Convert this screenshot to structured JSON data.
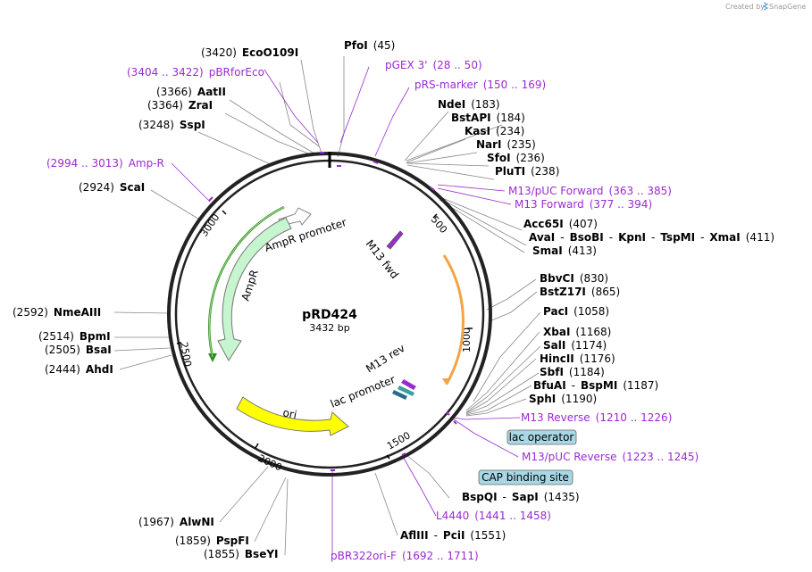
{
  "credit": "Created by",
  "brand": "SnapGene",
  "plasmid": {
    "name": "pRD424",
    "length": "3432 bp"
  },
  "ticks": [
    "500",
    "1000",
    "1500",
    "2000",
    "2500",
    "3000"
  ],
  "colors": {
    "primer": "#9a2bd1",
    "ampr": "#c7f5cf",
    "ori": "#ffff00",
    "orange": "#f2a444",
    "cap_box": "#a8d8e6"
  },
  "enzymes": [
    {
      "id": "ecoo109i",
      "pos": "(3420)",
      "name": "EcoO109I"
    },
    {
      "id": "pfoi",
      "name": "PfoI",
      "pos": "(45)"
    },
    {
      "id": "aatii",
      "pos": "(3366)",
      "name": "AatII"
    },
    {
      "id": "zrai",
      "pos": "(3364)",
      "name": "ZraI"
    },
    {
      "id": "sspi",
      "pos": "(3248)",
      "name": "SspI"
    },
    {
      "id": "ndei",
      "name": "NdeI",
      "pos": "(183)"
    },
    {
      "id": "bstapi",
      "name": "BstAPI",
      "pos": "(184)"
    },
    {
      "id": "kasi",
      "name": "KasI",
      "pos": "(234)"
    },
    {
      "id": "nari",
      "name": "NarI",
      "pos": "(235)"
    },
    {
      "id": "sfoi",
      "name": "SfoI",
      "pos": "(236)"
    },
    {
      "id": "pluti",
      "name": "PluTI",
      "pos": "(238)"
    },
    {
      "id": "scai",
      "pos": "(2924)",
      "name": "ScaI"
    },
    {
      "id": "acc65i",
      "name": "Acc65I",
      "pos": "(407)"
    },
    {
      "id": "smai",
      "name": "SmaI",
      "pos": "(413)"
    },
    {
      "id": "bbvci",
      "name": "BbvCI",
      "pos": "(830)"
    },
    {
      "id": "bstz17i",
      "name": "BstZ17I",
      "pos": "(865)"
    },
    {
      "id": "paci",
      "name": "PacI",
      "pos": "(1058)"
    },
    {
      "id": "nmeaiii",
      "pos": "(2592)",
      "name": "NmeAIII"
    },
    {
      "id": "bpmi",
      "pos": "(2514)",
      "name": "BpmI"
    },
    {
      "id": "bsai",
      "pos": "(2505)",
      "name": "BsaI"
    },
    {
      "id": "ahdi",
      "pos": "(2444)",
      "name": "AhdI"
    },
    {
      "id": "xbai",
      "name": "XbaI",
      "pos": "(1168)"
    },
    {
      "id": "sali",
      "name": "SalI",
      "pos": "(1174)"
    },
    {
      "id": "hincii",
      "name": "HincII",
      "pos": "(1176)"
    },
    {
      "id": "sbfi",
      "name": "SbfI",
      "pos": "(1184)"
    },
    {
      "id": "sphi",
      "name": "SphI",
      "pos": "(1190)"
    },
    {
      "id": "alwni",
      "pos": "(1967)",
      "name": "AlwNI"
    },
    {
      "id": "pspfi",
      "pos": "(1859)",
      "name": "PspFI"
    },
    {
      "id": "bseyi",
      "pos": "(1855)",
      "name": "BseYI"
    }
  ],
  "enzyme_groups": {
    "ava": {
      "names": [
        "AvaI",
        "BsoBI",
        "KpnI",
        "TspMI",
        "XmaI"
      ],
      "sep": "-",
      "pos": "(411)"
    },
    "bfu": {
      "names": [
        "BfuAI",
        "BspMI"
      ],
      "sep": "-",
      "pos": "(1187)"
    },
    "bspq": {
      "names": [
        "BspQI",
        "SapI"
      ],
      "sep": "-",
      "pos": "(1435)"
    },
    "afl": {
      "names": [
        "AflIII",
        "PciI"
      ],
      "sep": "-",
      "pos": "(1551)"
    }
  },
  "primers": [
    {
      "id": "pbrforeco",
      "pos": "(3404 .. 3422)",
      "name": "pBRforEco"
    },
    {
      "id": "pgex3",
      "name": "pGEX 3'",
      "pos": "(28 .. 50)"
    },
    {
      "id": "prsmarker",
      "name": "pRS-marker",
      "pos": "(150 .. 169)"
    },
    {
      "id": "ampr",
      "pos": "(2994 .. 3013)",
      "name": "Amp-R"
    },
    {
      "id": "m13pucfwd",
      "name": "M13/pUC Forward",
      "pos": "(363 .. 385)"
    },
    {
      "id": "m13fwd",
      "name": "M13 Forward",
      "pos": "(377 .. 394)"
    },
    {
      "id": "m13rev",
      "name": "M13 Reverse",
      "pos": "(1210 .. 1226)"
    },
    {
      "id": "m13pucrev",
      "name": "M13/pUC Reverse",
      "pos": "(1223 .. 1245)"
    },
    {
      "id": "l4440",
      "name": "L4440",
      "pos": "(1441 .. 1458)"
    },
    {
      "id": "pbr322orif",
      "name": "pBR322ori-F",
      "pos": "(1692 .. 1711)"
    }
  ],
  "boxes": {
    "lac_operator": "lac operator",
    "cap_site": "CAP binding site"
  },
  "features": {
    "ampr_promoter": "AmpR promoter",
    "ampr": "AmpR",
    "m13fwd": "M13 fwd",
    "m13rev": "M13 rev",
    "lac_promoter": "lac promoter",
    "ori": "ori"
  }
}
